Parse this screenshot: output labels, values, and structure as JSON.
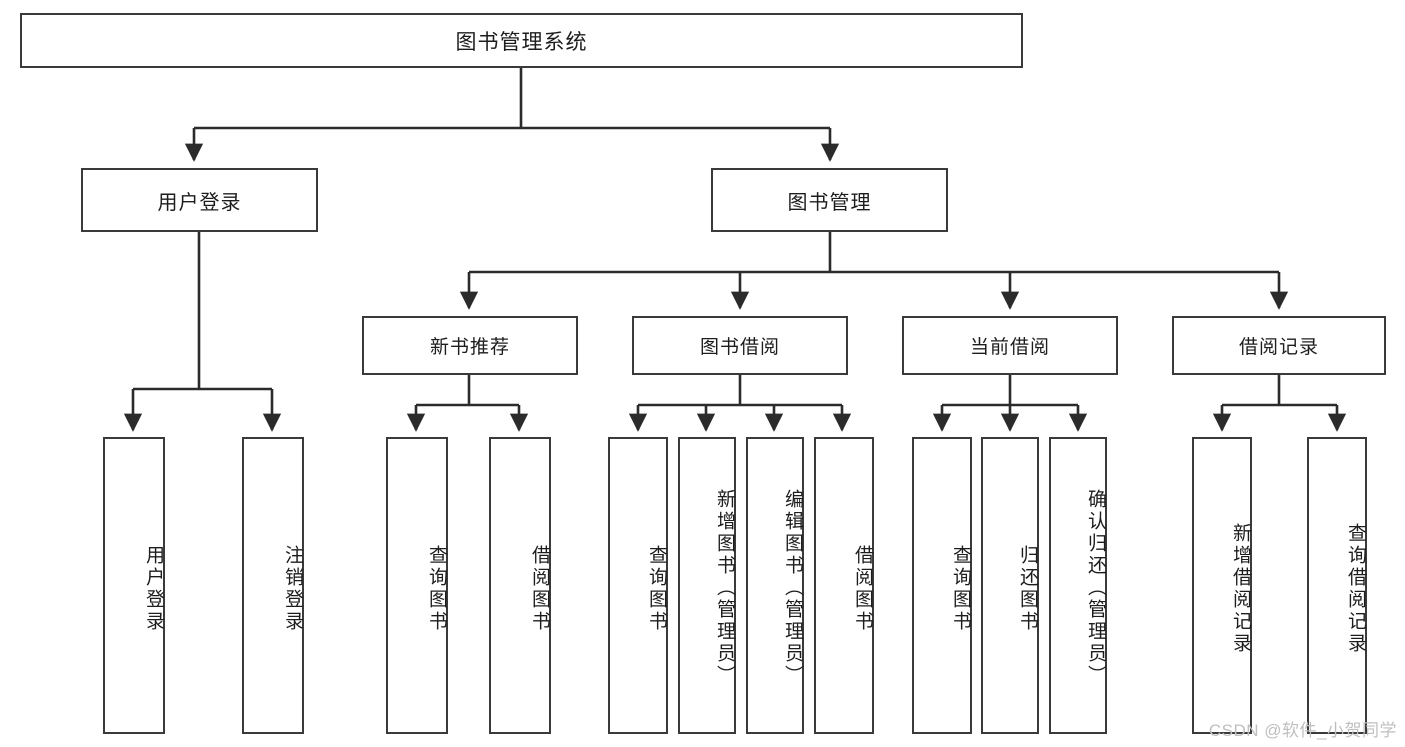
{
  "diagram": {
    "title": "图书管理系统",
    "type": "function-structure-tree",
    "root": {
      "label": "图书管理系统"
    },
    "level1": [
      {
        "id": "user-login",
        "label": "用户登录"
      },
      {
        "id": "book-manage",
        "label": "图书管理"
      }
    ],
    "level2": [
      {
        "id": "new-book-recommend",
        "label": "新书推荐",
        "parent": "book-manage"
      },
      {
        "id": "book-borrow",
        "label": "图书借阅",
        "parent": "book-manage"
      },
      {
        "id": "current-borrow",
        "label": "当前借阅",
        "parent": "book-manage"
      },
      {
        "id": "borrow-record",
        "label": "借阅记录",
        "parent": "book-manage"
      }
    ],
    "leaves": [
      {
        "id": "leaf-user-login",
        "label": "用户登录",
        "parent": "user-login"
      },
      {
        "id": "leaf-user-logout",
        "label": "注销登录",
        "parent": "user-login"
      },
      {
        "id": "leaf-query-book-1",
        "label": "查询图书",
        "parent": "new-book-recommend"
      },
      {
        "id": "leaf-borrow-book-1",
        "label": "借阅图书",
        "parent": "new-book-recommend"
      },
      {
        "id": "leaf-query-book-2",
        "label": "查询图书",
        "parent": "book-borrow"
      },
      {
        "id": "leaf-add-book",
        "label": "新增图书（管理员）",
        "parent": "book-borrow"
      },
      {
        "id": "leaf-edit-book",
        "label": "编辑图书（管理员）",
        "parent": "book-borrow"
      },
      {
        "id": "leaf-borrow-book-2",
        "label": "借阅图书",
        "parent": "book-borrow"
      },
      {
        "id": "leaf-query-book-3",
        "label": "查询图书",
        "parent": "current-borrow"
      },
      {
        "id": "leaf-return-book",
        "label": "归还图书",
        "parent": "current-borrow"
      },
      {
        "id": "leaf-confirm-return",
        "label": "确认归还（管理员）",
        "parent": "current-borrow"
      },
      {
        "id": "leaf-add-record",
        "label": "新增借阅记录",
        "parent": "borrow-record"
      },
      {
        "id": "leaf-query-record",
        "label": "查询借阅记录",
        "parent": "borrow-record"
      }
    ]
  },
  "watermark": {
    "text": "CSDN @软件_小贺同学"
  },
  "colors": {
    "box_border": "#3a3a3a",
    "box_fill": "#ffffff",
    "connector": "#2b2b2b",
    "text": "#1d1d1d",
    "watermark": "#bfbfbf",
    "background": "#ffffff"
  }
}
